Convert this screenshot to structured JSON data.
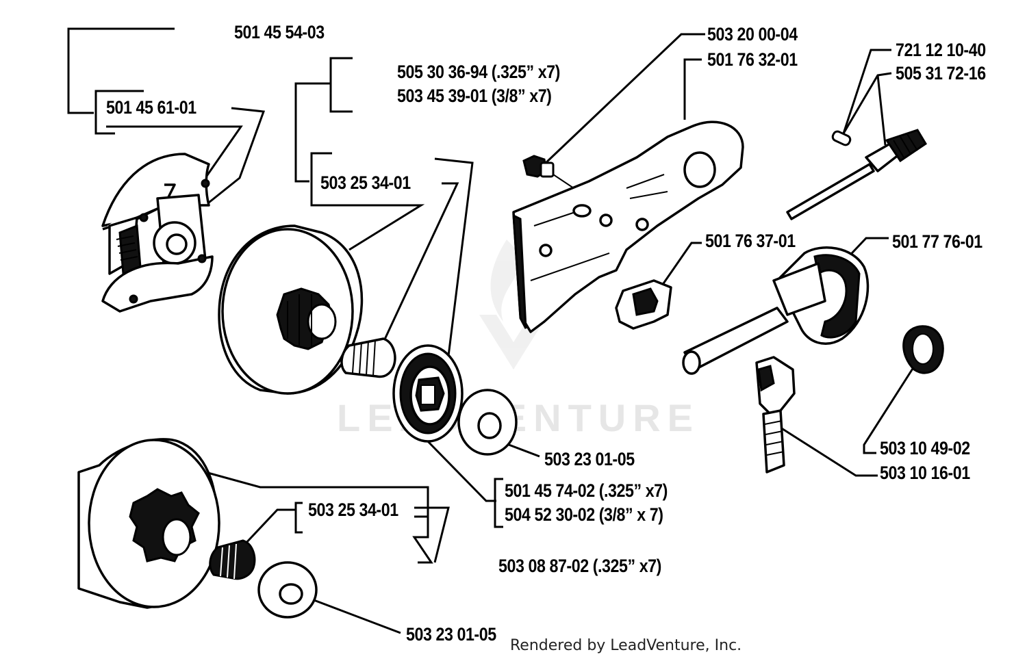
{
  "labels": {
    "l501455403": "501 45 54-03",
    "l505303694": "505 30 36-94 (.325” x7)",
    "l503453901": "503 45 39-01 (3/8” x7)",
    "l501456101": "501 45 61-01",
    "l503253401a": "503 25 34-01",
    "l503200004": "503 20 00-04",
    "l501763201": "501 76 32-01",
    "l721121040": "721 12 10-40",
    "l505317216": "505 31 72-16",
    "l501763701": "501 76 37-01",
    "l501777601": "501 77 76-01",
    "l503230105a": "503 23 01-05",
    "l501457402": "501 45 74-02 (.325” x7)",
    "l504523002": "504 52 30-02 (3/8” x 7)",
    "l503104902": "503 10 49-02",
    "l503101601": "503 10 16-01",
    "l503253401b": "503 25 34-01",
    "l503088702": "503 08 87-02 (.325” x7)",
    "l503230105b": "503 23 01-05"
  },
  "footer": "Rendered by LeadVenture, Inc.",
  "watermark": "LEADVENTURE",
  "icons": [
    "clutch-shoe-assembly",
    "clutch-drum",
    "needle-bearing",
    "rim-sprocket",
    "washer",
    "screw",
    "chain-guide-plate",
    "chain-catcher",
    "pin",
    "oil-pump-shaft",
    "oil-pump-drive",
    "oil-pump-body",
    "worm-gear",
    "spur-sprocket-drum"
  ]
}
